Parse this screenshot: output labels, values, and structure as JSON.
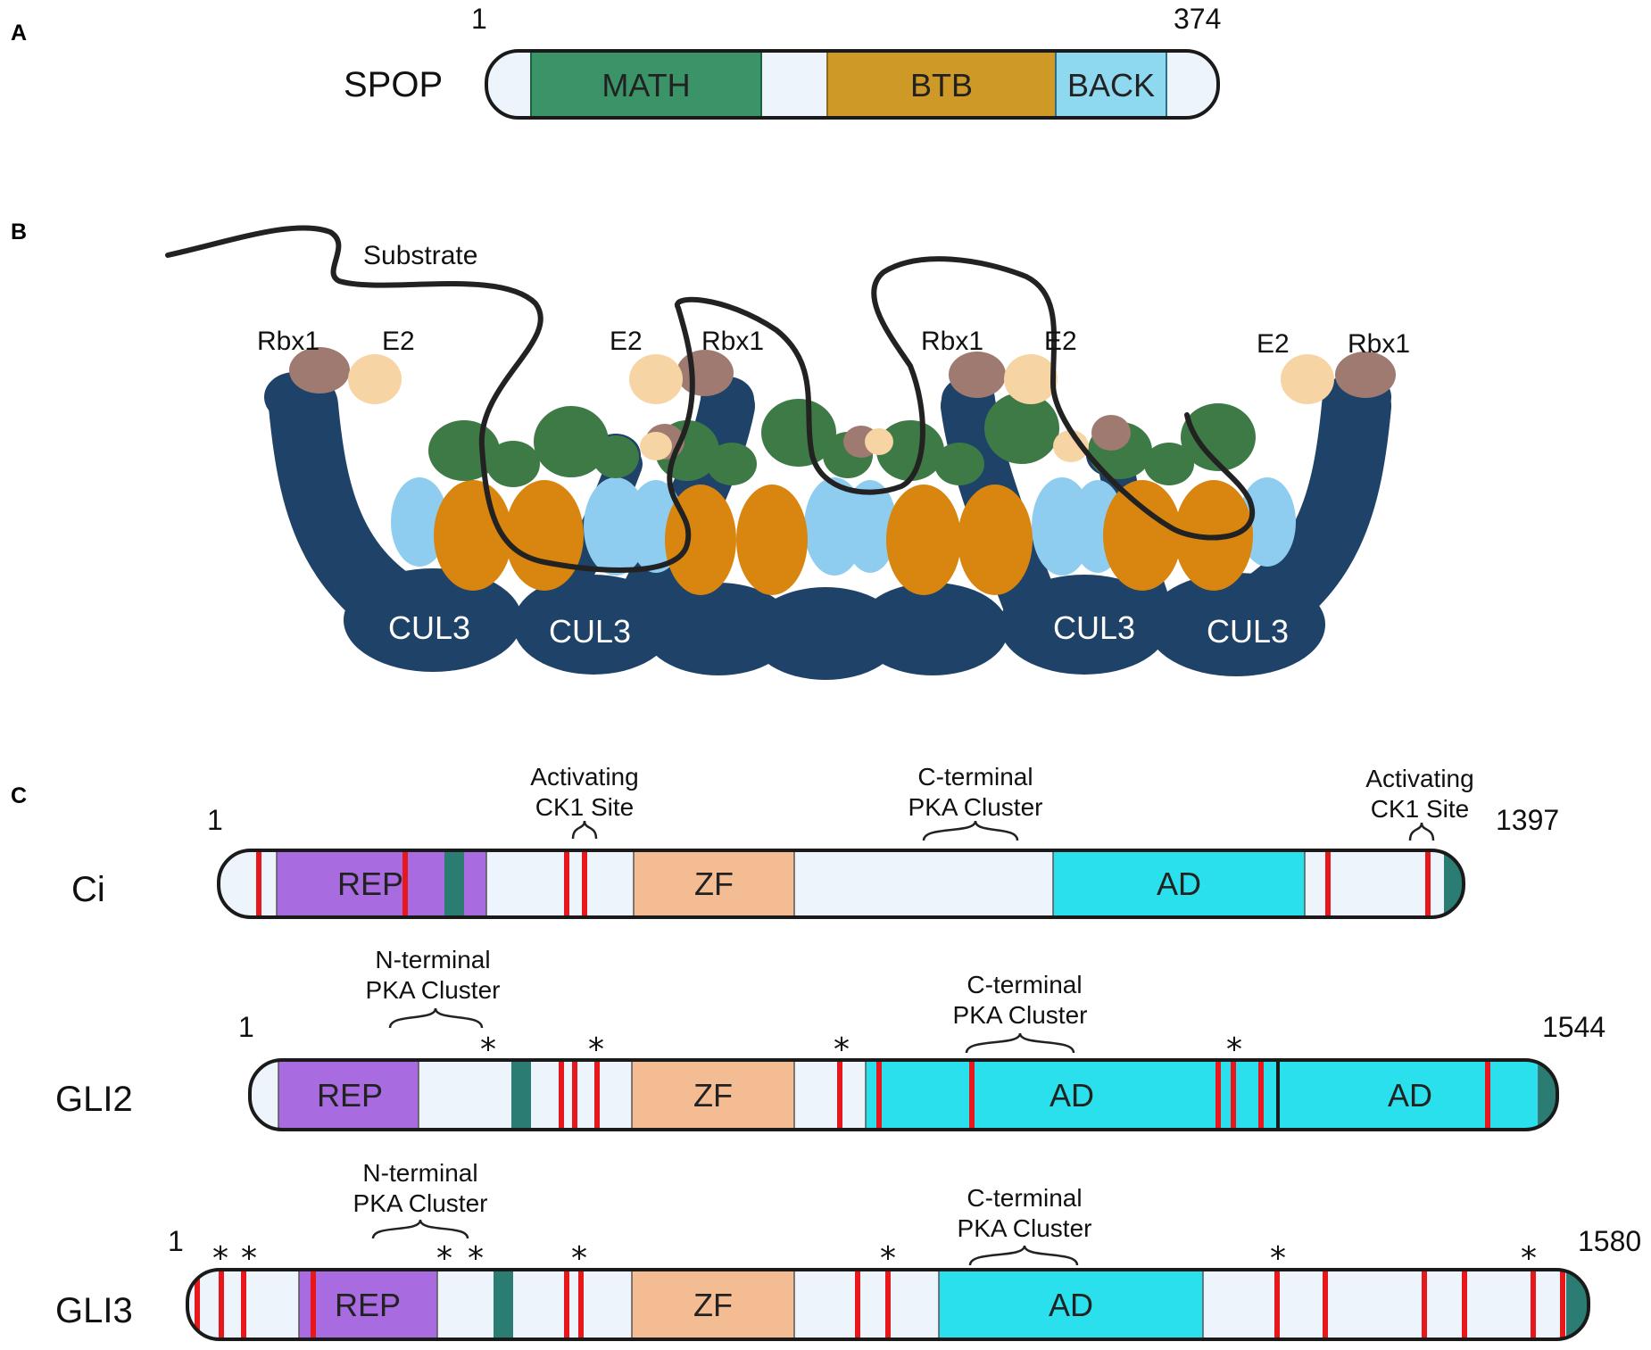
{
  "panels": {
    "a": "A",
    "b": "B",
    "c": "C"
  },
  "spop": {
    "name": "SPOP",
    "start": "1",
    "end": "374",
    "domains": {
      "math": "MATH",
      "btb": "BTB",
      "back": "BACK"
    }
  },
  "complex": {
    "substrate": "Substrate",
    "rbx1": "Rbx1",
    "e2": "E2",
    "cul3": "CUL3"
  },
  "ci": {
    "name": "Ci",
    "start": "1",
    "end": "1397",
    "rep": "REP",
    "zf": "ZF",
    "ad": "AD",
    "ck1_line1": "Activating",
    "ck1_line2": "CK1 Site",
    "cpka_line1": "C-terminal",
    "cpka_line2": "PKA Cluster"
  },
  "gli2": {
    "name": "GLI2",
    "start": "1",
    "end": "1544",
    "rep": "REP",
    "zf": "ZF",
    "ad": "AD",
    "npka_line1": "N-terminal",
    "npka_line2": "PKA Cluster",
    "cpka_line1": "C-terminal",
    "cpka_line2": "PKA Cluster",
    "star": "*"
  },
  "gli3": {
    "name": "GLI3",
    "start": "1",
    "end": "1580",
    "rep": "REP",
    "zf": "ZF",
    "ad": "AD",
    "npka_line1": "N-terminal",
    "npka_line2": "PKA Cluster",
    "cpka_line1": "C-terminal",
    "cpka_line2": "PKA Cluster",
    "star": "*"
  },
  "colors": {
    "bar_bg": "#eef4fb",
    "math": "#3a9467",
    "btb": "#cf9928",
    "back": "#8ed8f0",
    "rep": "#a86ce0",
    "zf": "#f4bc92",
    "ad": "#2ae0ec",
    "teal": "#2b7d73",
    "mark": "#e8171b",
    "cul3": "#1e4268",
    "orange": "#d8860f",
    "lightblue": "#8ecdf0",
    "green": "#3e7a45",
    "rbx": "#9e7a70",
    "e2": "#f7d4a4"
  }
}
